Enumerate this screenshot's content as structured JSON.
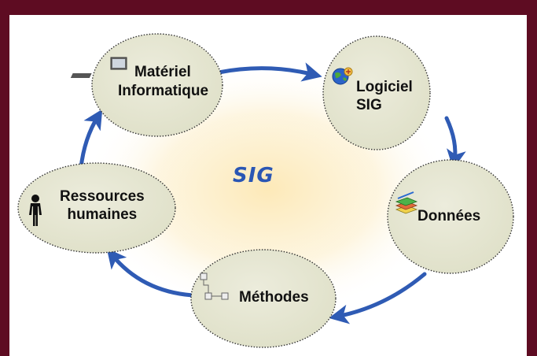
{
  "center": {
    "label": "SIG",
    "color": "#2a56b4"
  },
  "nodes": [
    {
      "id": "materiel",
      "line1": "Matériel",
      "line2": "Informatique",
      "icon": "computer-icon"
    },
    {
      "id": "logiciel",
      "line1": "Logiciel",
      "line2": "SIG",
      "icon": "globe-icon"
    },
    {
      "id": "donnees",
      "line1": "Données",
      "line2": "",
      "icon": "layers-icon"
    },
    {
      "id": "methodes",
      "line1": "Méthodes",
      "line2": "",
      "icon": "flowchart-icon"
    },
    {
      "id": "ressources",
      "line1": "Ressources",
      "line2": "humaines",
      "icon": "person-icon"
    }
  ],
  "colors": {
    "border": "#5e0c22",
    "node_fill": "#e6e7d2",
    "arrow": "#2f5bb4"
  }
}
